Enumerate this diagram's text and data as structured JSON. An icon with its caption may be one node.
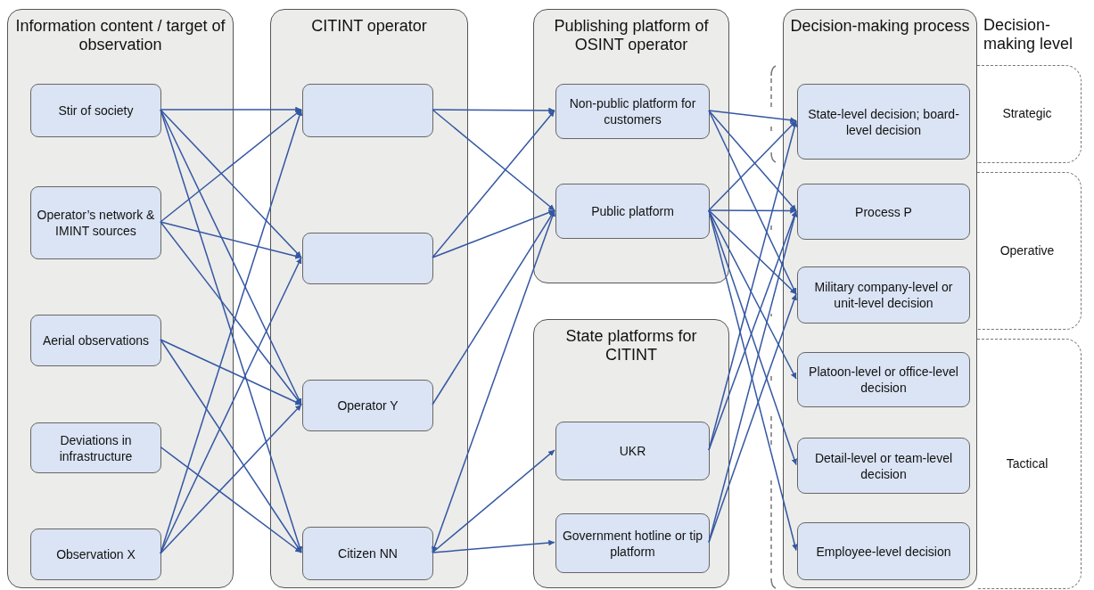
{
  "diagram": {
    "nodes": [
      {
        "text": [
          "Information content / target of observation"
        ]
      },
      {
        "text": [
          "Stir of society"
        ],
        "in": 0
      },
      {
        "text": [
          "Operator’s network & IMINT sources"
        ],
        "in": 0
      },
      {
        "text": [
          "Aerial observations"
        ],
        "in": 0
      },
      {
        "text": [
          "Deviations in infrastructure"
        ],
        "in": 0
      },
      {
        "text": [
          "Observation X"
        ],
        "in": 0
      },
      {
        "text": [
          "CITINT operator"
        ]
      },
      {
        "text": [],
        "shape": "box",
        "in": 6
      },
      {
        "text": [],
        "shape": "box",
        "in": 6
      },
      {
        "text": [
          "Operator Y"
        ],
        "in": 6
      },
      {
        "text": [
          "Citizen NN"
        ],
        "in": 6
      },
      {
        "text": [
          "Publishing platform of OSINT operator"
        ]
      },
      {
        "text": [
          "Non-public platform for customers"
        ],
        "in": 11
      },
      {
        "text": [
          "Public platform"
        ],
        "in": 11
      },
      {
        "text": [
          "State platforms for CITINT"
        ]
      },
      {
        "text": [
          "UKR"
        ],
        "in": 14
      },
      {
        "text": [
          "Government hotline or tip platform"
        ],
        "in": 14
      },
      {
        "text": [
          "Decision-making process"
        ]
      },
      {
        "text": [
          "State-level decision; board-level decision"
        ],
        "in": 17
      },
      {
        "text": [
          "Process P"
        ],
        "in": 17
      },
      {
        "text": [
          "Military company-level or unit-level decision"
        ],
        "in": 17
      },
      {
        "text": [
          "Platoon-level or office-level decision"
        ],
        "in": 17
      },
      {
        "text": [
          "Detail-level or team-level decision"
        ],
        "in": 17
      },
      {
        "text": [
          "Employee-level decision"
        ],
        "in": 17
      },
      {
        "text": [
          "Strategic"
        ]
      },
      {
        "text": [
          "Operative"
        ]
      },
      {
        "text": [
          "Tactical"
        ]
      }
    ],
    "edges": [
      {
        "from": 1,
        "to": 7,
        "arrow": "to"
      },
      {
        "from": 1,
        "to": 8,
        "arrow": "to"
      },
      {
        "from": 1,
        "to": 9,
        "arrow": "to"
      },
      {
        "from": 1,
        "to": 10,
        "arrow": "to"
      },
      {
        "from": 2,
        "to": 7,
        "arrow": "to"
      },
      {
        "from": 2,
        "to": 8,
        "arrow": "to"
      },
      {
        "from": 2,
        "to": 9,
        "arrow": "to"
      },
      {
        "from": 3,
        "to": 9,
        "arrow": "to"
      },
      {
        "from": 3,
        "to": 10,
        "arrow": "to"
      },
      {
        "from": 4,
        "to": 10,
        "arrow": "to"
      },
      {
        "from": 5,
        "to": 7,
        "arrow": "to"
      },
      {
        "from": 5,
        "to": 8,
        "arrow": "to"
      },
      {
        "from": 5,
        "to": 9,
        "arrow": "to"
      },
      {
        "from": 7,
        "to": 12,
        "arrow": "to"
      },
      {
        "from": 7,
        "to": 13,
        "arrow": "to"
      },
      {
        "from": 8,
        "to": 12,
        "arrow": "to"
      },
      {
        "from": 8,
        "to": 13,
        "arrow": "to"
      },
      {
        "from": 9,
        "to": 13,
        "arrow": "to"
      },
      {
        "from": 10,
        "to": 13,
        "arrow": "both"
      },
      {
        "from": 10,
        "to": 15,
        "arrow": "to"
      },
      {
        "from": 10,
        "to": 16,
        "arrow": "to"
      },
      {
        "from": 12,
        "to": 18,
        "arrow": "to"
      },
      {
        "from": 12,
        "to": 19,
        "arrow": "to"
      },
      {
        "from": 12,
        "to": 20,
        "arrow": "to"
      },
      {
        "from": 13,
        "to": 18,
        "arrow": "to"
      },
      {
        "from": 13,
        "to": 19,
        "arrow": "to"
      },
      {
        "from": 13,
        "to": 20,
        "arrow": "to"
      },
      {
        "from": 13,
        "to": 21,
        "arrow": "to"
      },
      {
        "from": 13,
        "to": 22,
        "arrow": "to"
      },
      {
        "from": 13,
        "to": 23,
        "arrow": "to"
      },
      {
        "from": 15,
        "to": 18,
        "arrow": "to"
      },
      {
        "from": 15,
        "to": 19,
        "arrow": "to"
      },
      {
        "from": 16,
        "to": 19,
        "arrow": "to"
      },
      {
        "from": 16,
        "to": 20,
        "arrow": "to"
      }
    ],
    "labels": [
      "Decision-making level"
    ]
  }
}
